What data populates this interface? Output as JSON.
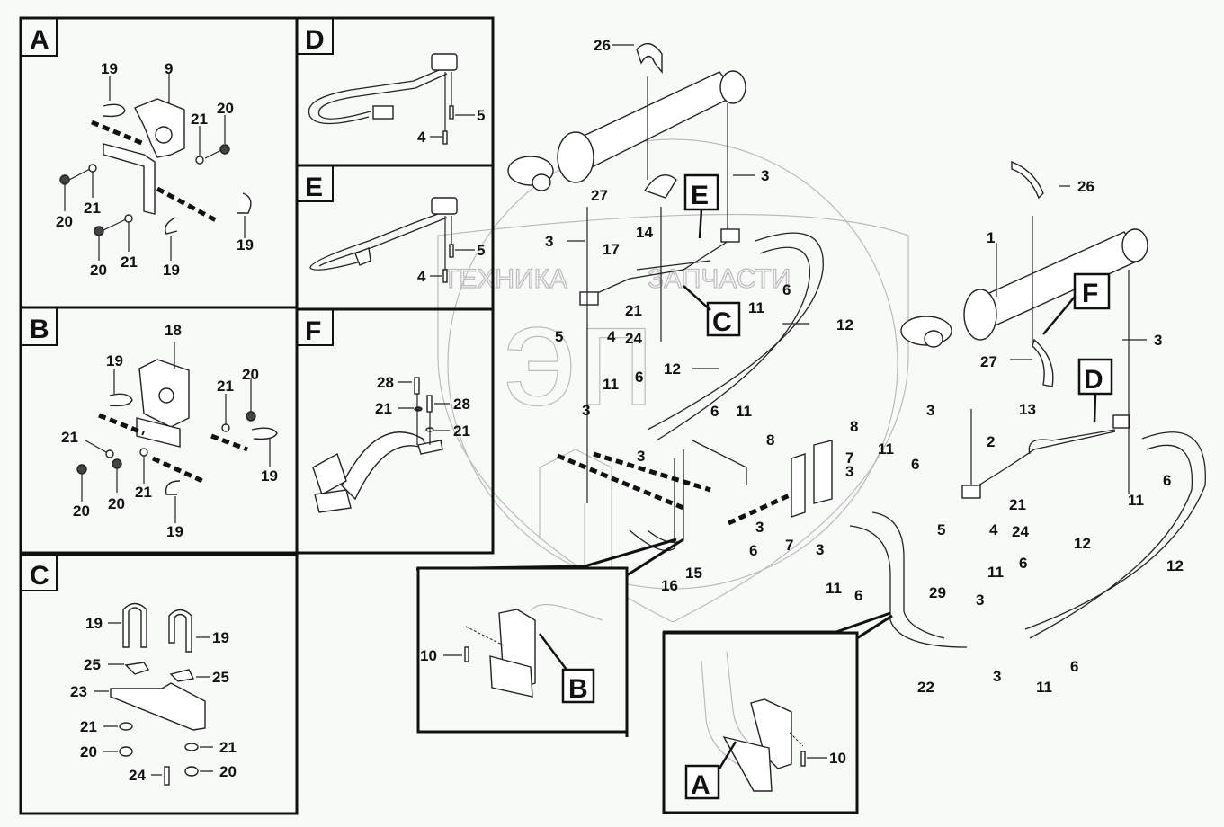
{
  "diagram": {
    "type": "exploded-parts-diagram",
    "subject": "Hydraulic boom cylinders with pipes, hoses and brackets",
    "watermark": {
      "left_text": "ТЕХНИКА",
      "right_text": "ЗАПЧАСТИ",
      "logo_text": "эп"
    },
    "insets": [
      {
        "letter": "A",
        "callouts": [
          "19",
          "9",
          "21",
          "20",
          "20",
          "21",
          "20",
          "21",
          "19",
          "19"
        ]
      },
      {
        "letter": "B",
        "callouts": [
          "18",
          "19",
          "21",
          "20",
          "21",
          "20",
          "20",
          "21",
          "19",
          "19"
        ]
      },
      {
        "letter": "C",
        "callouts": [
          "19",
          "19",
          "25",
          "25",
          "23",
          "21",
          "20",
          "21",
          "20",
          "24"
        ]
      },
      {
        "letter": "D",
        "callouts": [
          "5",
          "4"
        ]
      },
      {
        "letter": "E",
        "callouts": [
          "5",
          "4"
        ]
      },
      {
        "letter": "F",
        "callouts": [
          "28",
          "21",
          "28",
          "21"
        ]
      }
    ],
    "detail_boxes": [
      {
        "letter": "B",
        "callouts": [
          "10"
        ]
      },
      {
        "letter": "A",
        "callouts": [
          "10"
        ]
      }
    ],
    "main_markers": [
      "E",
      "C",
      "F",
      "D"
    ],
    "callouts": {
      "c26a": "26",
      "c3a": "3",
      "c27a": "27",
      "c3b": "3",
      "c17": "17",
      "c14": "14",
      "c6a": "6",
      "c11a": "11",
      "c21a": "21",
      "c5a": "5",
      "c4a": "4",
      "c24a": "24",
      "c12a": "12",
      "c12b": "12",
      "c11b": "11",
      "c6b": "6",
      "c3c": "3",
      "c3d": "3",
      "c6c": "6",
      "c11c": "11",
      "c8a": "8",
      "c8b": "8",
      "c7a": "7",
      "c3e": "3",
      "c7b": "7",
      "c3f": "3",
      "c3g": "3",
      "c6d": "6",
      "c11d": "11",
      "c6e": "6",
      "c16": "16",
      "c15": "15",
      "c29": "29",
      "c22": "22",
      "c3h": "3",
      "c3i": "3",
      "c11e": "11",
      "c6f": "6",
      "c11f": "11",
      "c6g": "6",
      "c12c": "12",
      "c12d": "12",
      "c26b": "26",
      "c1": "1",
      "c27b": "27",
      "c3j": "3",
      "c3k": "3",
      "c13": "13",
      "c2": "2",
      "c11g": "11",
      "c6h": "6",
      "c21b": "21",
      "c5b": "5",
      "c4b": "4",
      "c24b": "24",
      "c6i": "6",
      "c11h": "11",
      "c10a": "10",
      "c10b": "10"
    }
  }
}
